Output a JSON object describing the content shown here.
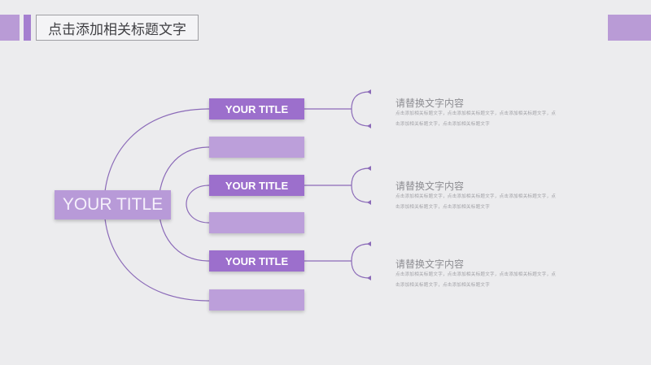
{
  "header": {
    "title": "点击添加相关标题文字",
    "accent_color": "#b99bd6"
  },
  "diagram": {
    "main_node": {
      "label": "YOUR TITLE"
    },
    "branches": [
      {
        "label": "YOUR TITLE",
        "style": "dark"
      },
      {
        "label": "",
        "style": "light"
      },
      {
        "label": "YOUR TITLE",
        "style": "dark"
      },
      {
        "label": "",
        "style": "light"
      },
      {
        "label": "YOUR TITLE",
        "style": "dark"
      },
      {
        "label": "",
        "style": "light"
      }
    ],
    "descriptions": [
      {
        "title": "请替换文字内容",
        "body": "点击添加相关标题文字，点击添加相关标题文字，点击添加相关标题文字，点击添加相关标题文字，点击添加相关标题文字"
      },
      {
        "title": "请替换文字内容",
        "body": "点击添加相关标题文字，点击添加相关标题文字，点击添加相关标题文字，点击添加相关标题文字，点击添加相关标题文字"
      },
      {
        "title": "请替换文字内容",
        "body": "点击添加相关标题文字，点击添加相关标题文字，点击添加相关标题文字，点击添加相关标题文字，点击添加相关标题文字"
      }
    ],
    "colors": {
      "dark_node": "#9c6fcc",
      "light_node": "#bc9fda",
      "main_node": "#b89ad8",
      "line": "#8b6ab8"
    }
  }
}
